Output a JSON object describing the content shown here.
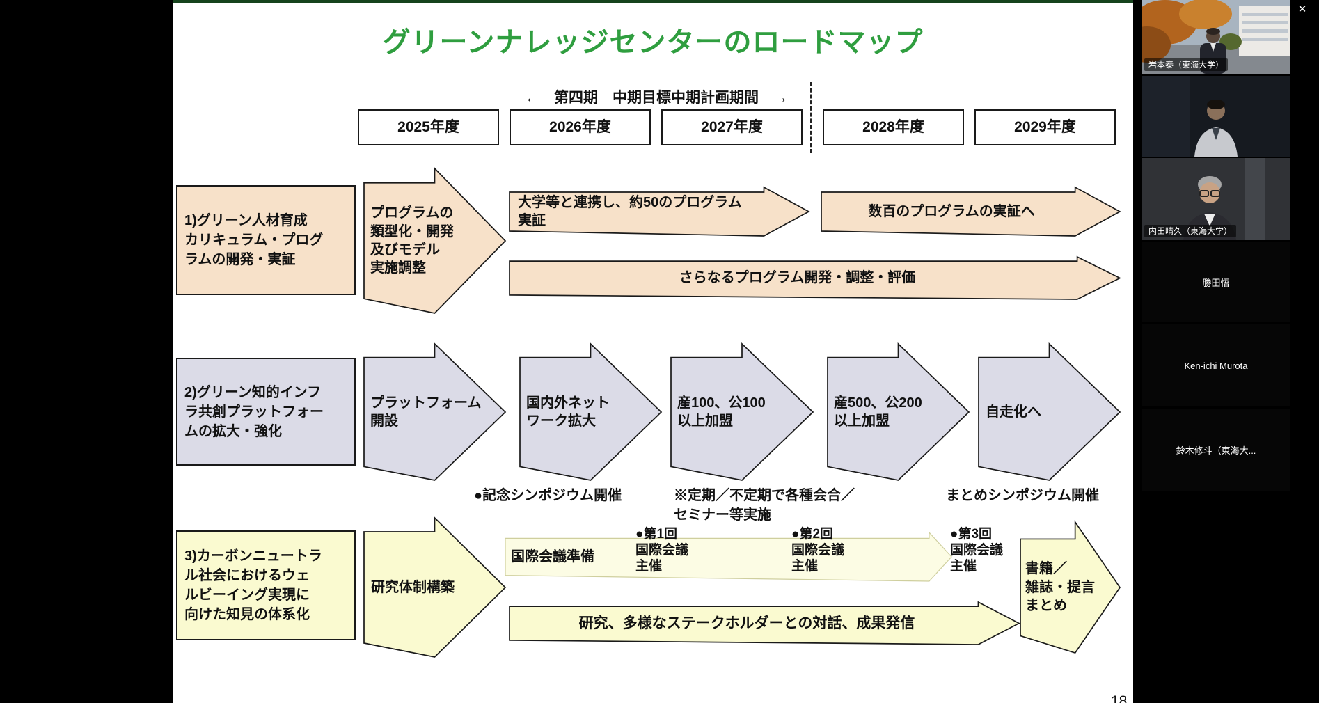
{
  "window": {
    "close_button": "✕"
  },
  "slide": {
    "title": "グリーンナレッジセンターのロードマップ",
    "period_header": "←　第四期　中期目標中期計画期間　→",
    "years": [
      "2025年度",
      "2026年度",
      "2027年度",
      "2028年度",
      "2029年度"
    ],
    "page_number": "18",
    "row1": {
      "label": "1)グリーン人材育成\nカリキュラム・プログ\nラムの開発・実証",
      "arrow_typology": "プログラムの\n類型化・開発\n及びモデル\n実施調整",
      "arrow_univ": "大学等と連携し、約50のプログラム\n実証",
      "arrow_hundreds": "数百のプログラムの実証へ",
      "arrow_further": "さらなるプログラム開発・調整・評価"
    },
    "row2": {
      "label": "2)グリーン知的インフ\nラ共創プラットフォー\nムの拡大・強化",
      "arrow_platform": "プラットフォーム\n開設",
      "arrow_network": "国内外ネット\nワーク拡大",
      "arrow_members_1": "産100、公100\n以上加盟",
      "arrow_members_2": "産500、公200\n以上加盟",
      "arrow_autonomy": "自走化へ",
      "note_symposium": "●記念シンポジウム開催",
      "note_meetings": "※定期／不定期で各種会合／\nセミナー等実施",
      "note_wrapup": "まとめシンポジウム開催"
    },
    "row3": {
      "label": "3)カーボンニュートラ\nル社会におけるウェ\nルビーイング実現に\n向けた知見の体系化",
      "arrow_research_org": "研究体制構築",
      "band_prep": "国際会議準備",
      "conf_1": "●第1回\n国際会議\n主催",
      "conf_2": "●第2回\n国際会議\n主催",
      "conf_3": "●第3回\n国際会議\n主催",
      "arrow_dialogue": "研究、多様なステークホルダーとの対話、成果発信",
      "arrow_books": "書籍／\n雑誌・提言\nまとめ"
    },
    "colors": {
      "title_green": "#2f9e3f",
      "row1_fill": "#f7e1c9",
      "row2_fill": "#dbdbe7",
      "row3_fill": "#fafad0",
      "band_light": "#fcfce4"
    }
  },
  "participants": [
    {
      "name": "岩本泰（東海大学）"
    },
    {
      "name": ""
    },
    {
      "name": "内田晴久（東海大学）"
    },
    {
      "name": "勝田悟"
    },
    {
      "name": "Ken-ichi Murota"
    },
    {
      "name": "鈴木修斗（東海大..."
    }
  ]
}
